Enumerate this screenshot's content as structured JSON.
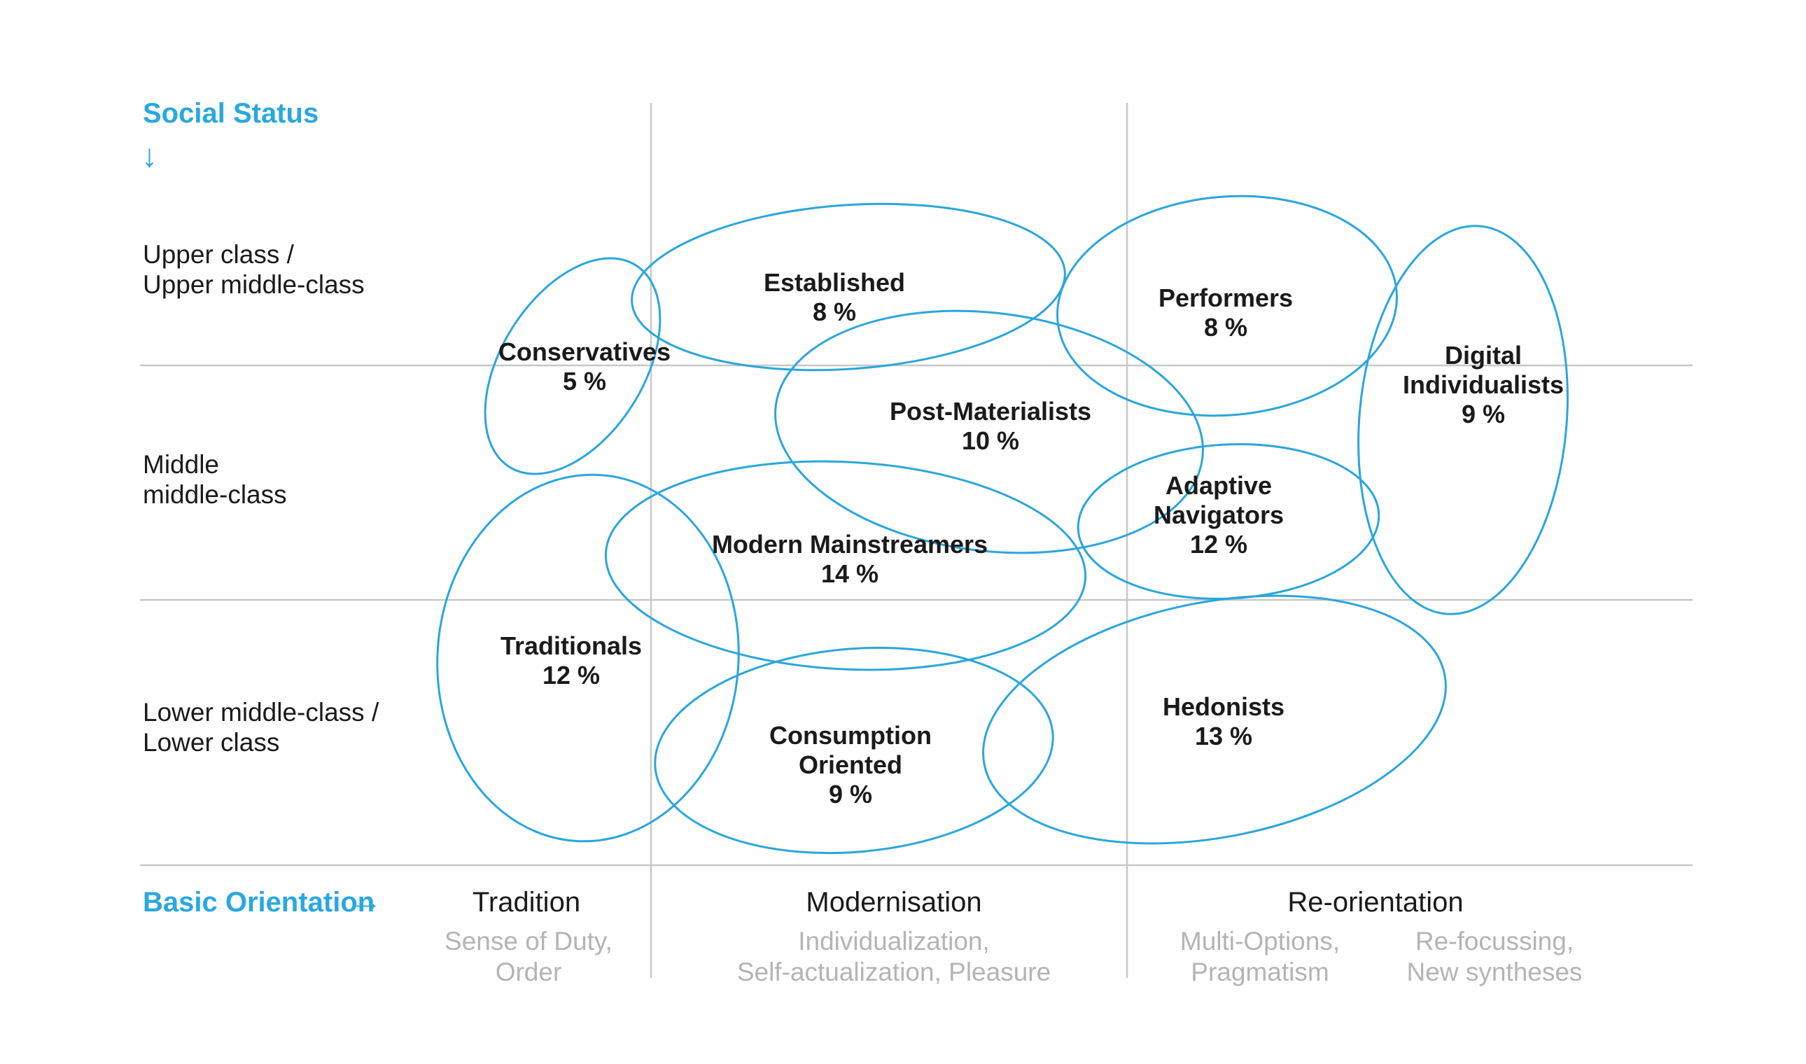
{
  "colors": {
    "accent": "#29A8E0",
    "blob_stroke": "#2AA6DC",
    "grid": "#C8C8C8",
    "text": "#1A1A1A",
    "muted_text": "#B4B4B4",
    "background": "#FFFFFF"
  },
  "y_axis": {
    "title": "Social Status",
    "arrow": "↓",
    "levels": [
      {
        "lines": [
          "Upper class /",
          "Upper middle-class"
        ]
      },
      {
        "lines": [
          "Middle",
          "middle-class"
        ]
      },
      {
        "lines": [
          "Lower middle-class /",
          "Lower class"
        ]
      }
    ]
  },
  "x_axis": {
    "title": "Basic Orientation",
    "arrow": "→",
    "sections": [
      {
        "label": "Tradition",
        "sublabels": [
          {
            "lines": [
              "Sense of Duty,",
              "Order"
            ]
          }
        ]
      },
      {
        "label": "Modernisation",
        "sublabels": [
          {
            "lines": [
              "Individualization,",
              "Self-actualization, Pleasure"
            ]
          }
        ]
      },
      {
        "label": "Re-orientation",
        "sublabels": [
          {
            "lines": [
              "Multi-Options,",
              "Pragmatism"
            ]
          },
          {
            "lines": [
              "Re-focussing,",
              "New syntheses"
            ]
          }
        ]
      }
    ]
  },
  "milieus": {
    "conservatives": {
      "name_lines": [
        "Conservatives"
      ],
      "percent": "5 %"
    },
    "established": {
      "name_lines": [
        "Established"
      ],
      "percent": "8 %"
    },
    "performers": {
      "name_lines": [
        "Performers"
      ],
      "percent": "8 %"
    },
    "digital_individualists": {
      "name_lines": [
        "Digital",
        "Individualists"
      ],
      "percent": "9 %"
    },
    "post_materialists": {
      "name_lines": [
        "Post-Materialists"
      ],
      "percent": "10 %"
    },
    "adaptive_navigators": {
      "name_lines": [
        "Adaptive",
        "Navigators"
      ],
      "percent": "12 %"
    },
    "modern_mainstreamers": {
      "name_lines": [
        "Modern Mainstreamers"
      ],
      "percent": "14 %"
    },
    "traditionals": {
      "name_lines": [
        "Traditionals"
      ],
      "percent": "12 %"
    },
    "consumption_oriented": {
      "name_lines": [
        "Consumption",
        "Oriented"
      ],
      "percent": "9 %"
    },
    "hedonists": {
      "name_lines": [
        "Hedonists"
      ],
      "percent": "13 %"
    }
  }
}
